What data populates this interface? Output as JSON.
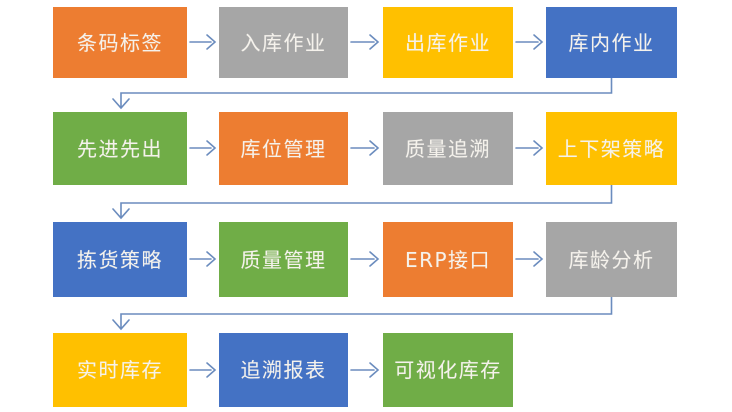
{
  "colors": {
    "orange": "#ED7D31",
    "gray": "#A6A6A6",
    "yellow": "#FFC000",
    "blue": "#4472C4",
    "green": "#70AD47",
    "connector": "#6B8CBE",
    "box_text": "#F5F2EC",
    "background": "#FFFFFF"
  },
  "rows": [
    {
      "boxes": [
        {
          "label": "条码标签",
          "color": "orange"
        },
        {
          "label": "入库作业",
          "color": "gray"
        },
        {
          "label": "出库作业",
          "color": "yellow"
        },
        {
          "label": "库内作业",
          "color": "blue"
        }
      ]
    },
    {
      "boxes": [
        {
          "label": "先进先出",
          "color": "green"
        },
        {
          "label": "库位管理",
          "color": "orange"
        },
        {
          "label": "质量追溯",
          "color": "gray"
        },
        {
          "label": "上下架策略",
          "color": "yellow"
        }
      ]
    },
    {
      "boxes": [
        {
          "label": "拣货策略",
          "color": "blue"
        },
        {
          "label": "质量管理",
          "color": "green"
        },
        {
          "label": "ERP接口",
          "color": "orange"
        },
        {
          "label": "库龄分析",
          "color": "gray"
        }
      ]
    },
    {
      "boxes": [
        {
          "label": "实时库存",
          "color": "yellow"
        },
        {
          "label": "追溯报表",
          "color": "blue"
        },
        {
          "label": "可视化库存",
          "color": "green"
        }
      ]
    }
  ]
}
